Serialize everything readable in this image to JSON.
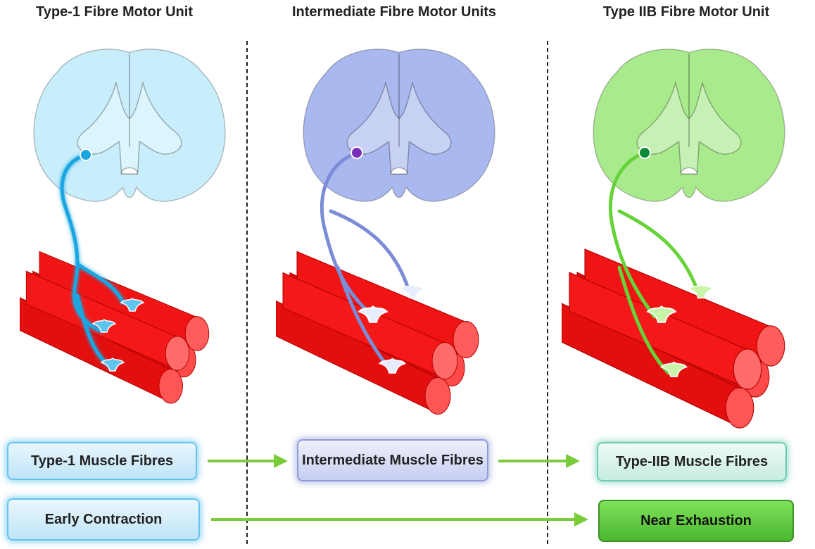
{
  "titles": {
    "type1": "Type-1 Fibre Motor Unit",
    "intermediate": "Intermediate Fibre Motor Units",
    "type2b": "Type IIB Fibre Motor Unit"
  },
  "boxes": {
    "type1_fibres": "Type-1 Muscle Fibres",
    "intermediate_fibres": "Intermediate Muscle Fibres",
    "type2b_fibres": "Type-IIB Muscle Fibres",
    "early_contraction": "Early Contraction",
    "near_exhaustion": "Near Exhaustion"
  },
  "colors": {
    "type1_cord": "#c9eefb",
    "type1_neuron": "#1aa6e0",
    "intermediate_cord": "#a9b8ef",
    "intermediate_neuron": "#7a8dd6",
    "type2b_cord": "#a9ea8c",
    "type2b_neuron": "#67d33a",
    "muscle": "#ee1111",
    "arrow": "#7acc3a"
  }
}
